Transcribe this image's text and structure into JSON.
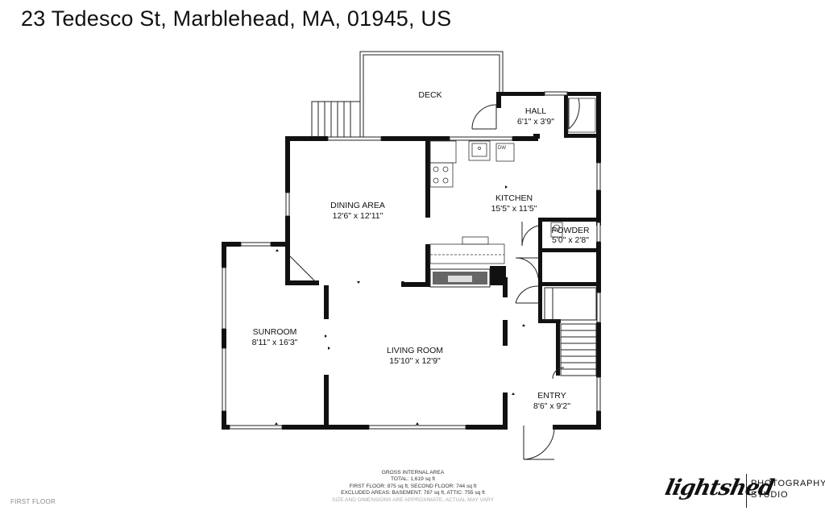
{
  "title": "23 Tedesco St, Marblehead, MA, 01945, US",
  "rooms": {
    "deck": {
      "name": "DECK"
    },
    "hall": {
      "name": "HALL",
      "dims": "6'1\" x 3'9\""
    },
    "dining": {
      "name": "DINING AREA",
      "dims": "12'6\" x 12'11\""
    },
    "kitchen": {
      "name": "KITCHEN",
      "dims": "15'5\" x 11'5\""
    },
    "powder": {
      "name": "POWDER",
      "dims": "5'0\" x 2'8\""
    },
    "sunroom": {
      "name": "SUNROOM",
      "dims": "8'11\" x 16'3\""
    },
    "living": {
      "name": "LIVING ROOM",
      "dims": "15'10\" x 12'9\""
    },
    "entry": {
      "name": "ENTRY",
      "dims": "8'6\" x 9'2\""
    }
  },
  "fixtures": {
    "dishwasher": "DW"
  },
  "area_summary": {
    "heading": "GROSS INTERNAL AREA",
    "total": "TOTAL: 1,619 sq ft",
    "floors": "FIRST FLOOR: 875 sq ft, SECOND FLOOR: 744 sq ft",
    "excluded": "EXCLUDED AREAS: BASEMENT: 787 sq ft, ATTIC: 755 sq ft",
    "disclaimer": "SIZE AND DIMENSIONS ARE APPROXIMATE, ACTUAL MAY VARY"
  },
  "floor_label": "FIRST FLOOR",
  "logo": {
    "signature": "lightshed",
    "line1": "PHOTOGRAPHY",
    "line2": "STUDIO"
  }
}
